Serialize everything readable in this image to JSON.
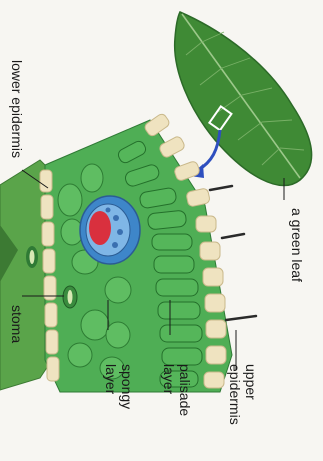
{
  "labels": {
    "lower_epidermis": "lower epidermis",
    "stoma": "stoma",
    "spongy_layer_line1": "spongy",
    "spongy_layer_line2": "layer",
    "palisade_layer_line1": "palisade",
    "palisade_layer_line2": "layer",
    "upper_epidermis_line1": "upper",
    "upper_epidermis_line2": "epidermis",
    "green_leaf": "a green leaf"
  },
  "colors": {
    "leaf_green": "#3f8a35",
    "leaf_dark": "#2c6a28",
    "epidermis_cream": "#efe3c0",
    "mesophyll_green": "#4fae55",
    "vein_blue": "#3e86c9",
    "xylem_red": "#d9303e",
    "arrow_blue": "#2e4fbf"
  }
}
